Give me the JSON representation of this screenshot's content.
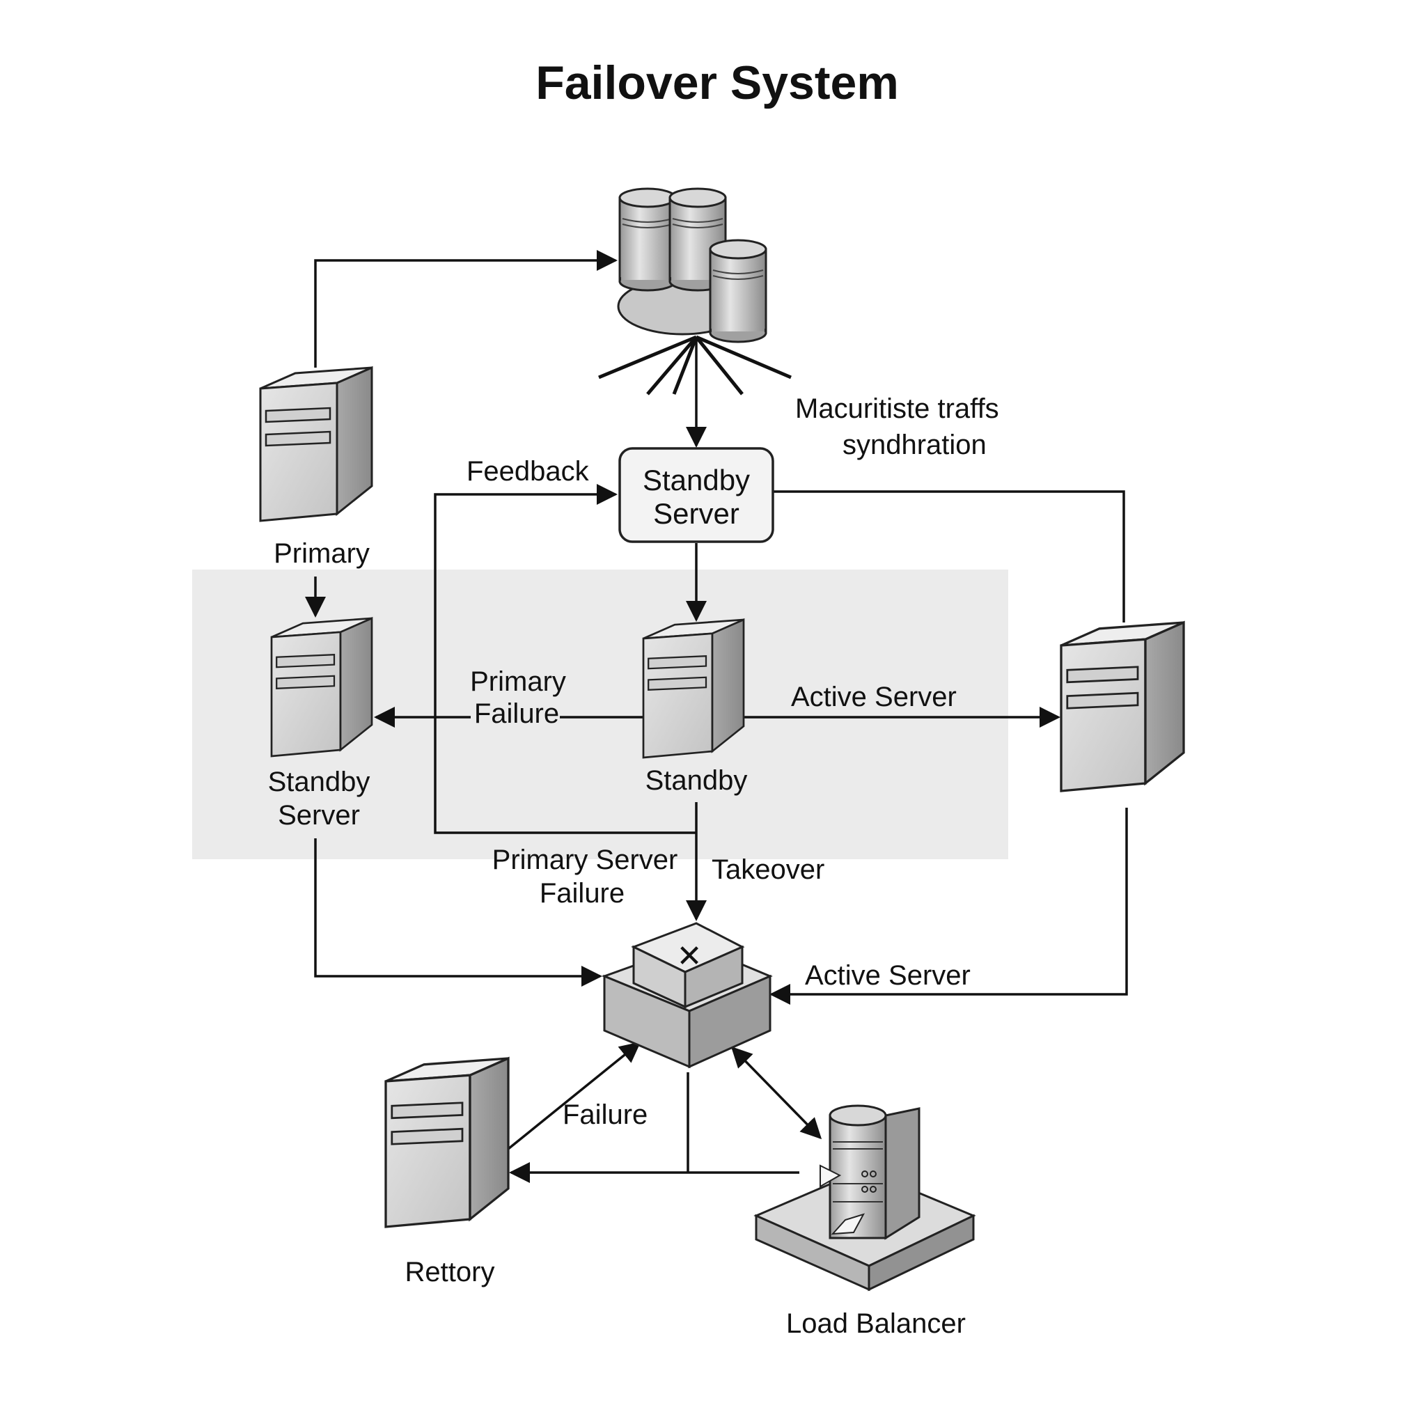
{
  "title": "Failover System",
  "nodes": {
    "database_cluster": {
      "icon": "database-cluster-icon"
    },
    "primary": {
      "label": "Primary",
      "icon": "server-icon"
    },
    "standby_server_box": {
      "line1": "Standby",
      "line2": "Server"
    },
    "standby_left": {
      "line1": "Standby",
      "line2": "Server",
      "icon": "server-icon"
    },
    "standby_center": {
      "label": "Standby",
      "icon": "server-icon"
    },
    "right_server": {
      "icon": "server-icon"
    },
    "switch": {
      "icon": "switch-icon",
      "mark": "✕"
    },
    "rettory": {
      "label": "Rettory",
      "icon": "server-icon"
    },
    "load_balancer": {
      "label": "Load Balancer",
      "icon": "load-balancer-icon"
    }
  },
  "edge_labels": {
    "sync_line1": "Macuritiste traffs",
    "sync_line2": "syndhration",
    "feedback": "Feedback",
    "primary_failure_line1": "Primary",
    "primary_failure_line2": "Failure",
    "active_server_upper": "Active Server",
    "primary_server_failure_line1": "Primary Server",
    "primary_server_failure_line2": "Failure",
    "takeover": "Takeover",
    "active_server_lower": "Active Server",
    "failure": "Failure"
  },
  "colors": {
    "shaded_zone": "#ebebeb",
    "line": "#111111",
    "server_light": "#d9d9d9",
    "server_side": "#9a9a9a"
  }
}
